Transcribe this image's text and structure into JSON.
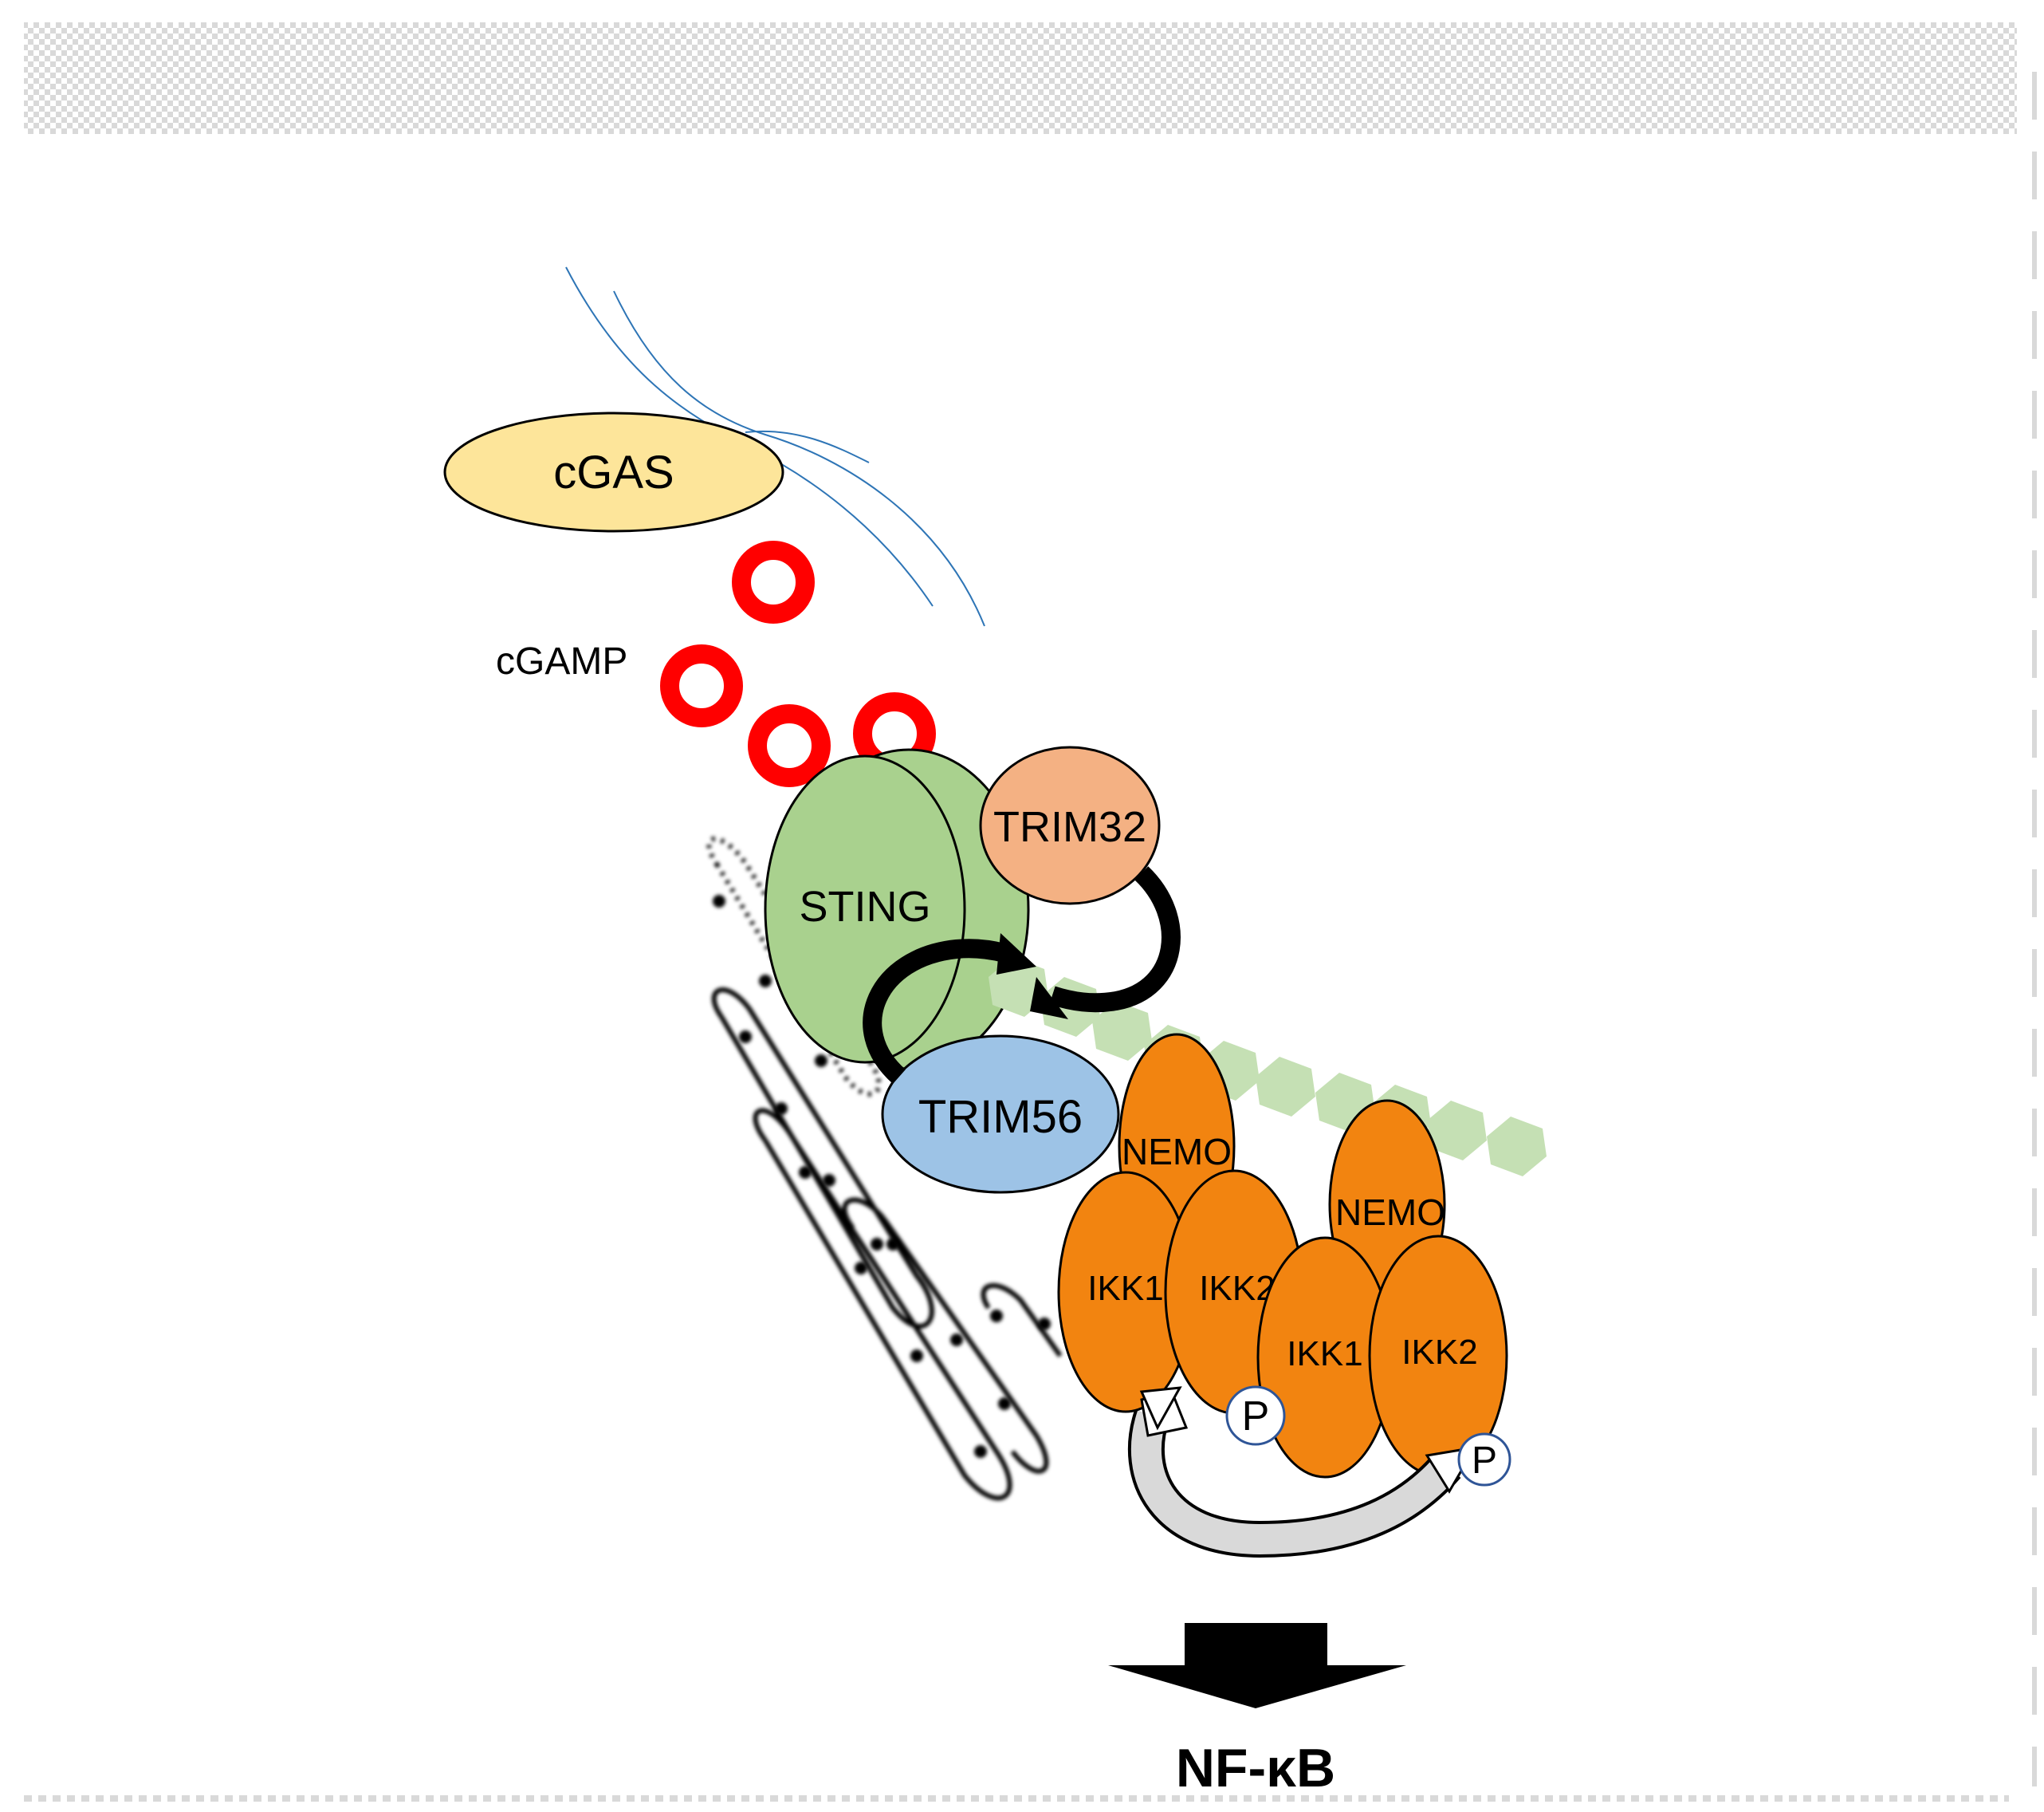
{
  "labels": {
    "cgas": "cGAS",
    "cgamp": "cGAMP",
    "sting": "STING",
    "trim32": "TRIM32",
    "trim56": "TRIM56",
    "nemo_left": "NEMO",
    "nemo_right": "NEMO",
    "ikk1_left": "IKK1",
    "ikk2_left": "IKK2",
    "ikk1_right": "IKK1",
    "ikk2_right": "IKK2",
    "phospho_left": "P",
    "phospho_right": "P",
    "output": "NF-κB"
  },
  "colors": {
    "cgas": "#fde59a",
    "cgamp": "#ff0000",
    "sting": "#a9d18e",
    "trim32": "#f4b183",
    "trim56": "#9dc3e6",
    "ikk_complex": "#f28410",
    "ubiquitin_chain": "#c5e0b4",
    "dna": "#2e75b6",
    "er_membrane": "#000000",
    "header_band": "#e8e8e8"
  },
  "icons": {
    "ubiquitination_arrows": "curved-arrow-icon",
    "trans_autophosphorylation": "circular-arrow-icon",
    "signal_output": "down-arrow-icon"
  }
}
